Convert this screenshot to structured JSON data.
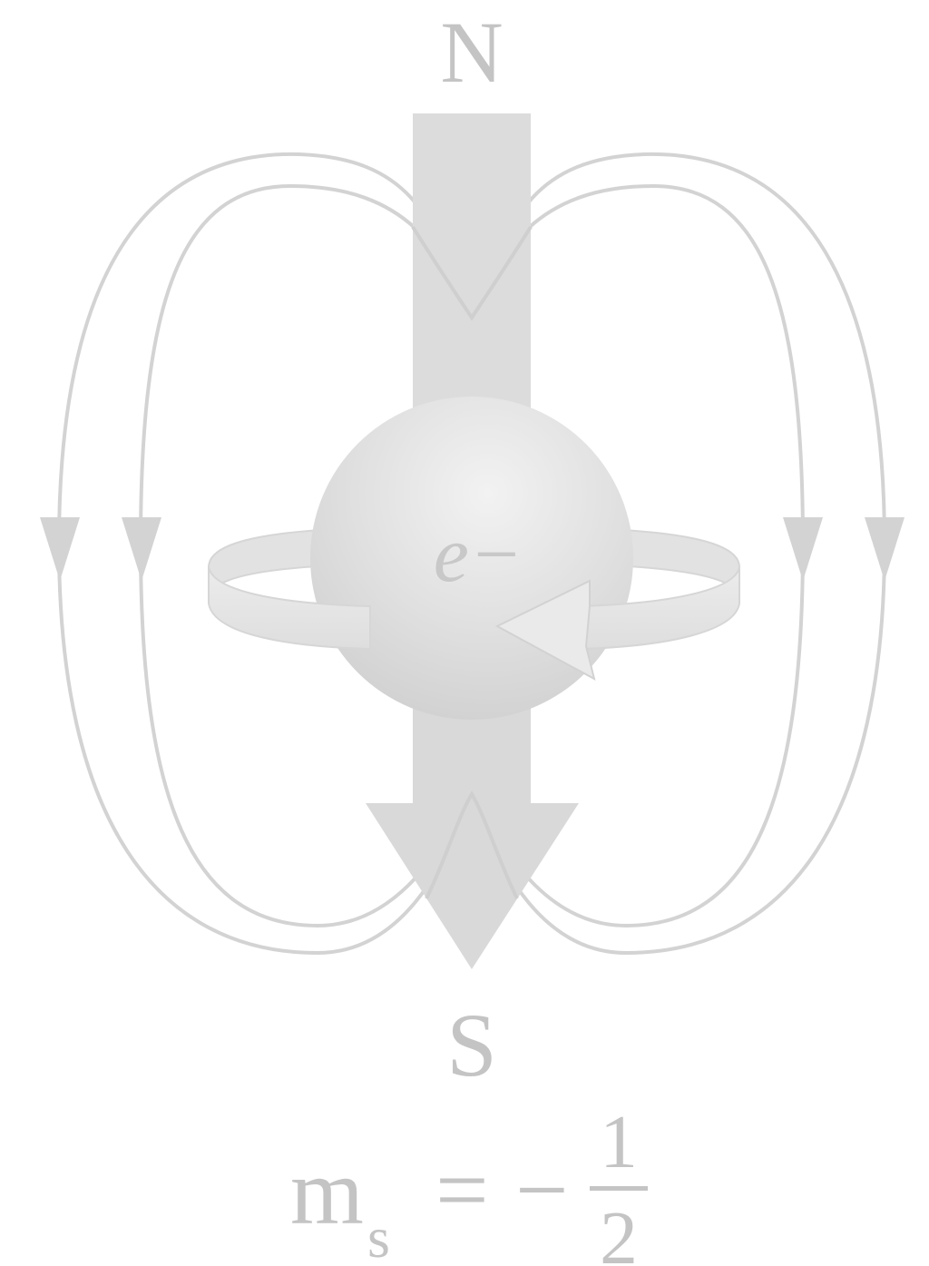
{
  "labels": {
    "north": "N",
    "south": "S",
    "particle": "e−",
    "quantum_symbol": "m",
    "quantum_subscript": "s",
    "equals": "=",
    "sign": "−",
    "numerator": "1",
    "denominator": "2"
  },
  "colors": {
    "field_line": "#d3d3d3",
    "arrow_fill": "#dcdcdc",
    "sphere_light": "#eeeeee",
    "sphere_dark": "#d2d2d2",
    "spin_band": "#e8e8e8",
    "text": "#c4c4c4",
    "particle_text": "#c8c8c8"
  },
  "icons": {
    "spin_arrows": "curved-rotation-arrows",
    "field_arrowheads": "triangle-arrowheads"
  }
}
